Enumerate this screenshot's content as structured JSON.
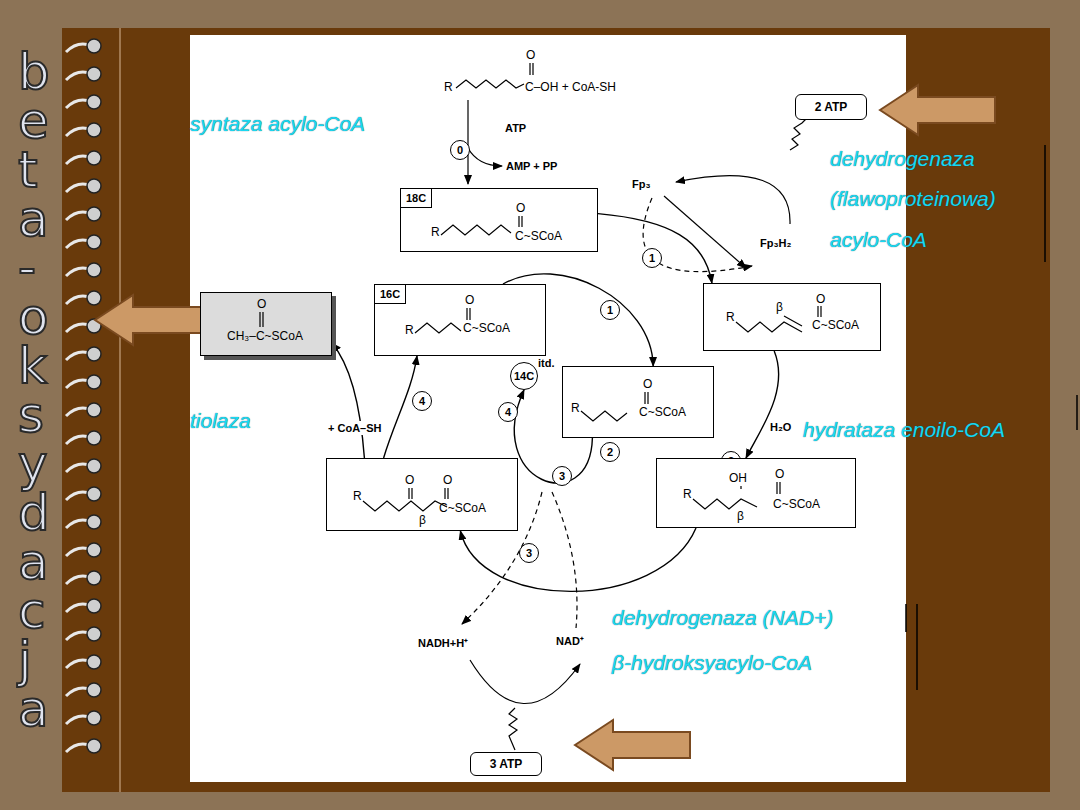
{
  "diagram": {
    "title": "beta-oksydacja",
    "nodes": [
      {
        "text": [
          "2 ATP"
        ]
      },
      {
        "text": [
          "0"
        ]
      },
      {
        "text": [
          "18C",
          "R",
          "O",
          "C~SCoA"
        ]
      },
      {
        "text": [
          "1"
        ]
      },
      {
        "text": [
          "O",
          "CH₃–C~SCoA"
        ]
      },
      {
        "text": [
          "16C",
          "R",
          "O",
          "C~SCoA"
        ]
      },
      {
        "text": [
          "1"
        ]
      },
      {
        "text": [
          "R",
          "β",
          "O",
          "C~SCoA"
        ]
      },
      {
        "text": [
          "14C"
        ]
      },
      {
        "text": [
          "R",
          "O",
          "C~SCoA"
        ]
      },
      {
        "text": [
          "4"
        ]
      },
      {
        "text": [
          "4"
        ]
      },
      {
        "text": [
          "2"
        ]
      },
      {
        "text": [
          "2"
        ]
      },
      {
        "text": [
          "3"
        ]
      },
      {
        "text": [
          "OH",
          "R",
          "β",
          "O",
          "C~SCoA"
        ]
      },
      {
        "text": [
          "R",
          "O",
          "β",
          "O",
          "C~SCoA"
        ]
      },
      {
        "text": [
          "3"
        ]
      },
      {
        "text": [
          "3 ATP"
        ]
      }
    ],
    "edges": [
      {
        "from": 2,
        "to": 7,
        "arrow": "to"
      },
      {
        "from": 7,
        "to": 15,
        "arrow": "to"
      },
      {
        "from": 15,
        "to": 16,
        "arrow": "to"
      },
      {
        "from": 16,
        "to": 5,
        "arrow": "to"
      },
      {
        "from": 16,
        "to": 4,
        "arrow": "to",
        "label": "+ CoA–SH"
      },
      {
        "from": 5,
        "to": 9,
        "arrow": "to"
      },
      {
        "from": 9,
        "to": 8,
        "arrow": "to"
      }
    ],
    "labels": [
      "R",
      "O",
      "C–OH + CoA-SH",
      "ATP",
      "AMP + PP",
      "syntaza acylo-CoA",
      "dehydrogenaza",
      "(flawoproteinowa)",
      "acylo-CoA",
      "Fp₃",
      "Fp₃H₂",
      "itd.",
      "H₂O",
      "hydrataza enoilo-CoA",
      "tiolaza",
      "NADH+H⁺",
      "NAD⁺",
      "dehydrogenaza (NAD+)",
      "β-hydroksyacylo-CoA"
    ]
  }
}
